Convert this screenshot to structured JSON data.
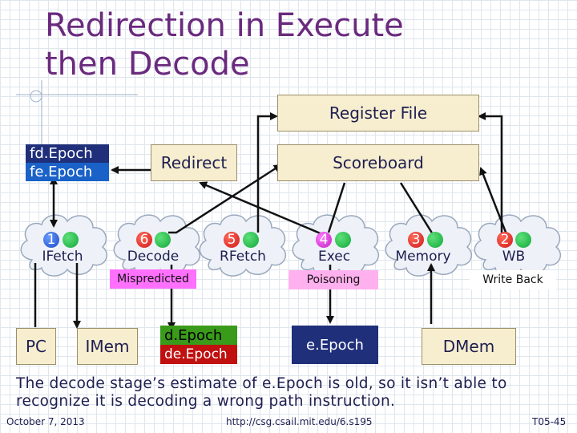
{
  "title": {
    "line1": "Redirection in Execute",
    "line2": "then Decode"
  },
  "boxes": {
    "register_file": "Register File",
    "redirect": "Redirect",
    "scoreboard": "Scoreboard",
    "pc": "PC",
    "imem": "IMem",
    "dmem": "DMem"
  },
  "epochs": {
    "fd_epoch": "fd.Epoch",
    "fe_epoch": "fe.Epoch",
    "d_epoch": "d.Epoch",
    "de_epoch": "de.Epoch",
    "e_epoch": "e.Epoch"
  },
  "stages": [
    {
      "num": "1",
      "label": "IFetch"
    },
    {
      "num": "6",
      "label": "Decode"
    },
    {
      "num": "5",
      "label": "RFetch"
    },
    {
      "num": "4",
      "label": "Exec"
    },
    {
      "num": "3",
      "label": "Memory"
    },
    {
      "num": "2",
      "label": "WB"
    }
  ],
  "tags": {
    "mispredicted": "Mispredicted",
    "poisoning": "Poisoning",
    "write_back": "Write Back"
  },
  "colors": {
    "title": "#6a2a7e",
    "box_fill": "#f7eed0",
    "epoch_navy": "#1f2f7a",
    "epoch_blue": "#1a62c8",
    "epoch_green": "#3a9a1a",
    "epoch_red": "#c01010",
    "tag_magenta": "#ff70ff",
    "tag_pink": "#ffb0ee"
  },
  "caption": "The decode stage’s estimate of e.Epoch is old, so it isn’t able to recognize it is decoding a wrong path instruction.",
  "footer": {
    "date": "October 7, 2013",
    "url": "http://csg.csail.mit.edu/6.s195",
    "slide": "T05-45"
  }
}
